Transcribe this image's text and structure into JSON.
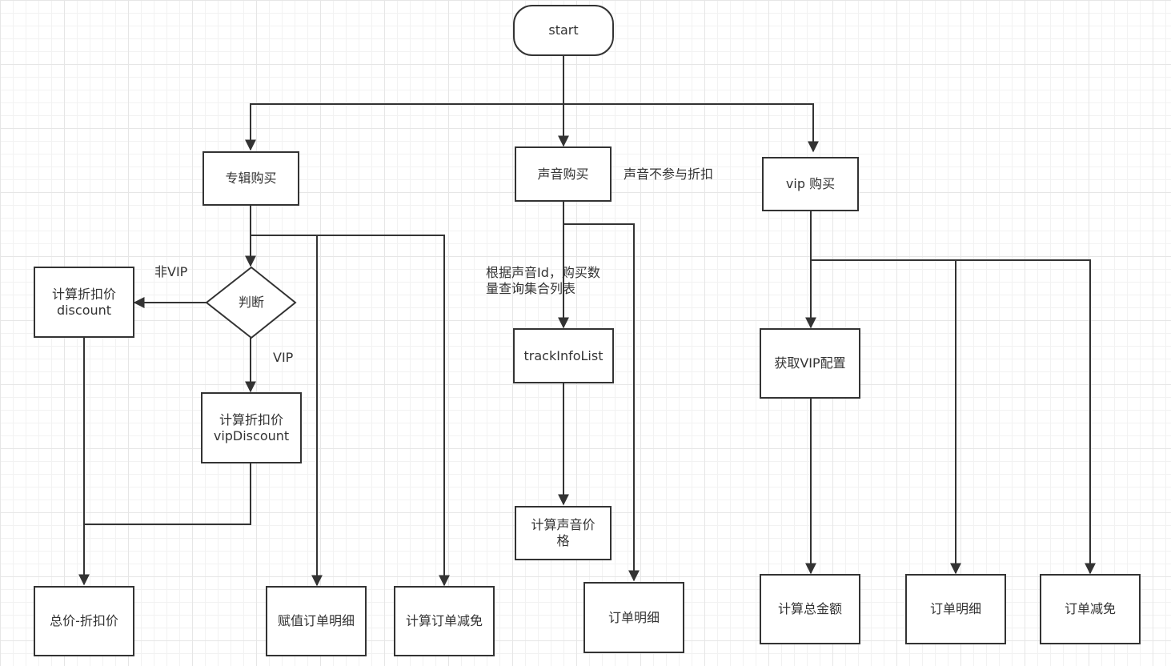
{
  "diagram": {
    "nodes": {
      "start": "start",
      "album_purchase": "专辑购买",
      "track_purchase": "声音购买",
      "vip_purchase": "vip 购买",
      "judge": "判断",
      "discount": "计算折扣价\ndiscount",
      "vip_discount": "计算折扣价\nvipDiscount",
      "total_minus_discount": "总价-折扣价",
      "assign_order_detail": "赋值订单明细",
      "calc_order_reduction": "计算订单减免",
      "track_info_list": "trackInfoList",
      "calc_track_price": "计算声音价\n格",
      "track_order_detail": "订单明细",
      "get_vip_config": "获取VIP配置",
      "calc_total_amount": "计算总金额",
      "vip_order_detail": "订单明细",
      "vip_order_reduction": "订单减免"
    },
    "labels": {
      "non_vip": "非VIP",
      "vip": "VIP",
      "track_no_discount": "声音不参与折扣",
      "query_by_track": "根据声音Id，购买数\n量查询集合列表"
    }
  }
}
